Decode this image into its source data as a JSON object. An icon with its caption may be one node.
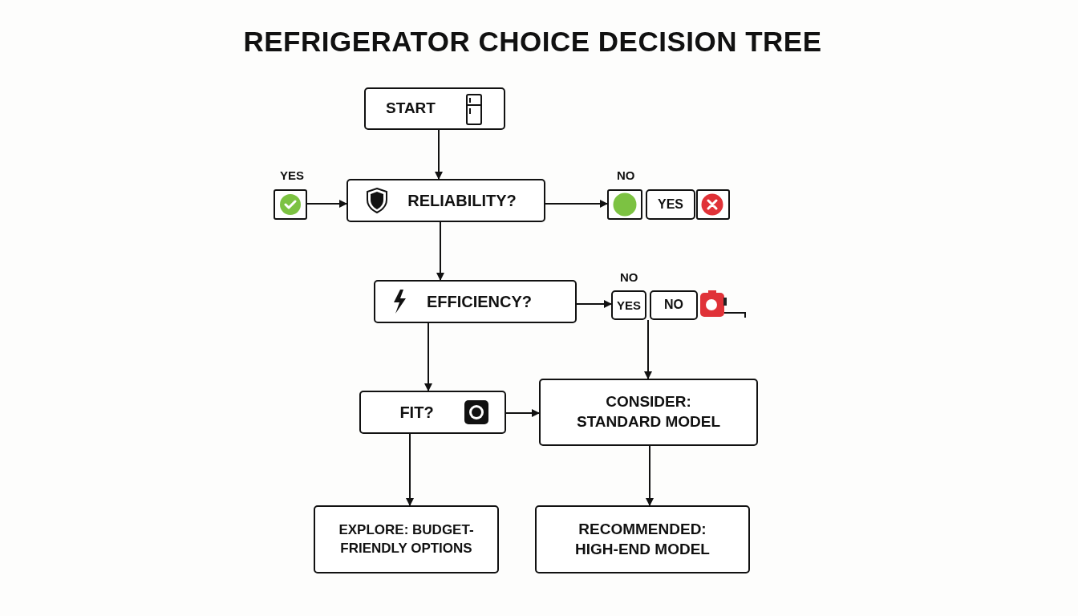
{
  "diagram": {
    "title": "REFRIGERATOR CHOICE DECISION TREE",
    "nodes": [
      {
        "text": [
          "START"
        ]
      },
      {
        "text": [],
        "shape": "box"
      },
      {
        "text": [
          "RELIABILITY?"
        ]
      },
      {
        "text": [],
        "shape": "box"
      },
      {
        "text": [
          "YES"
        ]
      },
      {
        "text": [],
        "shape": "box"
      },
      {
        "text": [
          "EFFICIENCY?"
        ]
      },
      {
        "text": [
          "YES"
        ]
      },
      {
        "text": [
          "NO"
        ]
      },
      {
        "text": [
          "FIT?"
        ]
      },
      {
        "text": [
          "CONSIDER: STANDARD MODEL"
        ]
      },
      {
        "text": [
          "EXPLORE: BUDGET-FRIENDLY OPTIONS"
        ]
      },
      {
        "text": [
          "RECOMMENDED: HIGH-END MODEL"
        ]
      }
    ],
    "edges": [
      {
        "from": 0,
        "to": 2,
        "arrow": "to"
      },
      {
        "from": 1,
        "to": 2,
        "arrow": "to"
      },
      {
        "from": 2,
        "to": 3,
        "arrow": "to"
      },
      {
        "from": 2,
        "to": 6,
        "arrow": "to"
      },
      {
        "from": 6,
        "to": 7,
        "arrow": "to"
      },
      {
        "from": 8,
        "to": 10,
        "arrow": "to"
      },
      {
        "from": 6,
        "to": 9,
        "arrow": "to"
      },
      {
        "from": 9,
        "to": 10,
        "arrow": "to"
      },
      {
        "from": 9,
        "to": 11,
        "arrow": "to"
      },
      {
        "from": 10,
        "to": 12,
        "arrow": "to"
      }
    ],
    "labels": [
      "YES",
      "NO",
      "NO"
    ]
  }
}
